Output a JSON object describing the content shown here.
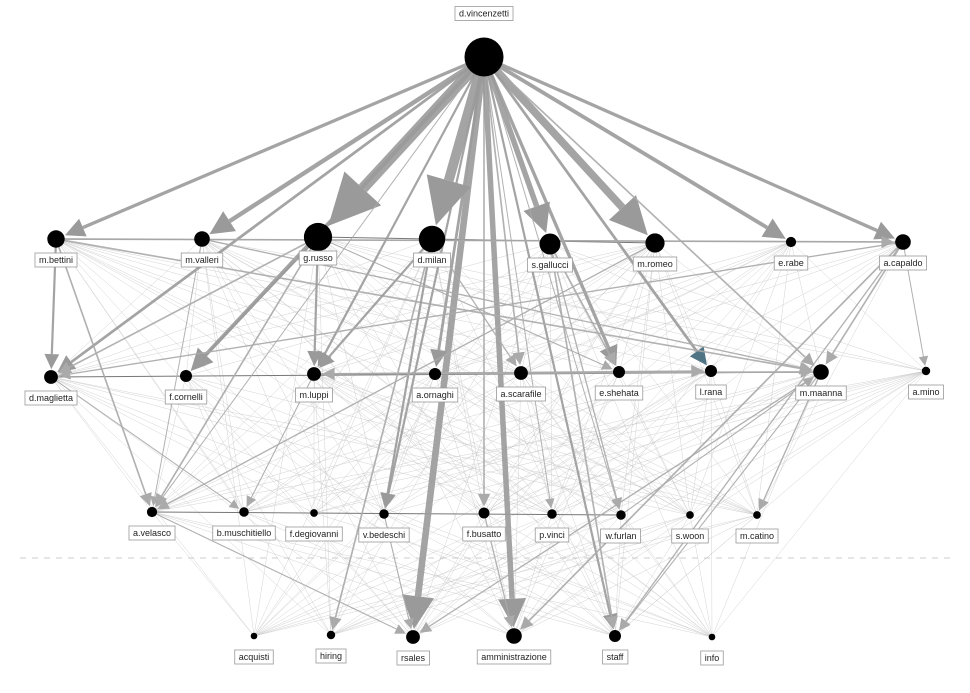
{
  "diagram": {
    "colors": {
      "background": "#ffffff",
      "node_fill": "#000000",
      "edge_light": "#c8c8c8",
      "edge_heavy": "#9a9a9a",
      "edge_accent": "#4f7584",
      "separator": "#cccccc"
    },
    "nodes": [
      {
        "id": "vincenzetti",
        "label": "d.vincenzetti",
        "weight": 10
      },
      {
        "id": "bettini",
        "label": "m.bettini",
        "weight": 4
      },
      {
        "id": "valleri",
        "label": "m.valleri",
        "weight": 3.5
      },
      {
        "id": "russo",
        "label": "g.russo",
        "weight": 7
      },
      {
        "id": "milan",
        "label": "d.milan",
        "weight": 6.5
      },
      {
        "id": "gallucci",
        "label": "s.gallucci",
        "weight": 5
      },
      {
        "id": "romeo",
        "label": "m.romeo",
        "weight": 4.5
      },
      {
        "id": "rabe",
        "label": "e.rabe",
        "weight": 2
      },
      {
        "id": "capaldo",
        "label": "a.capaldo",
        "weight": 3.5
      },
      {
        "id": "maglietta",
        "label": "d.maglietta",
        "weight": 3
      },
      {
        "id": "cornelli",
        "label": "f.cornelli",
        "weight": 2.5
      },
      {
        "id": "luppi",
        "label": "m.luppi",
        "weight": 3
      },
      {
        "id": "ornaghi",
        "label": "a.ornaghi",
        "weight": 2.5
      },
      {
        "id": "scarafile",
        "label": "a.scarafile",
        "weight": 3
      },
      {
        "id": "shehata",
        "label": "e.shehata",
        "weight": 2.5
      },
      {
        "id": "rana",
        "label": "l.rana",
        "weight": 2.5
      },
      {
        "id": "maanna",
        "label": "m.maanna",
        "weight": 3.5
      },
      {
        "id": "mino",
        "label": "a.mino",
        "weight": 1.5
      },
      {
        "id": "velasco",
        "label": "a.velasco",
        "weight": 2
      },
      {
        "id": "muschitiello",
        "label": "b.muschitiello",
        "weight": 1.8
      },
      {
        "id": "degiovanni",
        "label": "f.degiovanni",
        "weight": 1.3
      },
      {
        "id": "bedeschi",
        "label": "v.bedeschi",
        "weight": 1.8
      },
      {
        "id": "busatto",
        "label": "f.busatto",
        "weight": 2.2
      },
      {
        "id": "vinci",
        "label": "p.vinci",
        "weight": 1.8
      },
      {
        "id": "furlan",
        "label": "w.furlan",
        "weight": 1.8
      },
      {
        "id": "woon",
        "label": "s.woon",
        "weight": 1.3
      },
      {
        "id": "catino",
        "label": "m.catino",
        "weight": 1.3
      },
      {
        "id": "acquisti",
        "label": "acquisti",
        "weight": 1
      },
      {
        "id": "hiring",
        "label": "hiring",
        "weight": 1.5
      },
      {
        "id": "rsales",
        "label": "rsales",
        "weight": 3
      },
      {
        "id": "amministrazione",
        "label": "amministrazione",
        "weight": 3.5
      },
      {
        "id": "staff",
        "label": "staff",
        "weight": 2.5
      },
      {
        "id": "info",
        "label": "info",
        "weight": 1
      }
    ],
    "edges": [
      {
        "from": "vincenzetti",
        "to": "bettini",
        "weight": 3
      },
      {
        "from": "vincenzetti",
        "to": "valleri",
        "weight": 4
      },
      {
        "from": "vincenzetti",
        "to": "russo",
        "weight": 10
      },
      {
        "from": "vincenzetti",
        "to": "milan",
        "weight": 9
      },
      {
        "from": "vincenzetti",
        "to": "gallucci",
        "weight": 5
      },
      {
        "from": "vincenzetti",
        "to": "romeo",
        "weight": 7
      },
      {
        "from": "vincenzetti",
        "to": "rabe",
        "weight": 3.5
      },
      {
        "from": "vincenzetti",
        "to": "capaldo",
        "weight": 3
      },
      {
        "from": "vincenzetti",
        "to": "maglietta",
        "weight": 2.5
      },
      {
        "from": "vincenzetti",
        "to": "cornelli",
        "weight": 3.5
      },
      {
        "from": "vincenzetti",
        "to": "luppi",
        "weight": 2
      },
      {
        "from": "vincenzetti",
        "to": "ornaghi",
        "weight": 2.5
      },
      {
        "from": "vincenzetti",
        "to": "scarafile",
        "weight": 1.5
      },
      {
        "from": "vincenzetti",
        "to": "shehata",
        "weight": 3
      },
      {
        "from": "vincenzetti",
        "to": "rana",
        "weight": 2.5
      },
      {
        "from": "vincenzetti",
        "to": "maanna",
        "weight": 1.5
      },
      {
        "from": "vincenzetti",
        "to": "velasco",
        "weight": 0.8
      },
      {
        "from": "vincenzetti",
        "to": "bedeschi",
        "weight": 2
      },
      {
        "from": "vincenzetti",
        "to": "busatto",
        "weight": 1.5
      },
      {
        "from": "vincenzetti",
        "to": "rsales",
        "weight": 6
      },
      {
        "from": "vincenzetti",
        "to": "amministrazione",
        "weight": 5
      },
      {
        "from": "vincenzetti",
        "to": "staff",
        "weight": 2
      },
      {
        "from": "vincenzetti",
        "to": "vinci",
        "weight": 0.8
      },
      {
        "from": "vincenzetti",
        "to": "furlan",
        "weight": 0.8
      },
      {
        "from": "bettini",
        "to": "maglietta",
        "weight": 2
      },
      {
        "from": "bettini",
        "to": "velasco",
        "weight": 1.5
      },
      {
        "from": "bettini",
        "to": "capaldo",
        "weight": 1.5
      },
      {
        "from": "bettini",
        "to": "maanna",
        "weight": 1.5
      },
      {
        "from": "russo",
        "to": "cornelli",
        "weight": 2
      },
      {
        "from": "russo",
        "to": "luppi",
        "weight": 2
      },
      {
        "from": "russo",
        "to": "maglietta",
        "weight": 1.5
      },
      {
        "from": "russo",
        "to": "velasco",
        "weight": 1.5
      },
      {
        "from": "russo",
        "to": "shehata",
        "weight": 1
      },
      {
        "from": "milan",
        "to": "luppi",
        "weight": 2
      },
      {
        "from": "milan",
        "to": "bedeschi",
        "weight": 2
      },
      {
        "from": "milan",
        "to": "hiring",
        "weight": 1.5
      },
      {
        "from": "milan",
        "to": "scarafile",
        "weight": 1.2
      },
      {
        "from": "gallucci",
        "to": "shehata",
        "weight": 1.5
      },
      {
        "from": "gallucci",
        "to": "staff",
        "weight": 1.5
      },
      {
        "from": "gallucci",
        "to": "furlan",
        "weight": 1.2
      },
      {
        "from": "romeo",
        "to": "velasco",
        "weight": 1.2
      },
      {
        "from": "capaldo",
        "to": "maanna",
        "weight": 1.5
      },
      {
        "from": "capaldo",
        "to": "amministrazione",
        "weight": 1.5
      },
      {
        "from": "capaldo",
        "to": "staff",
        "weight": 1.2
      },
      {
        "from": "capaldo",
        "to": "maglietta",
        "weight": 1.2
      },
      {
        "from": "capaldo",
        "to": "mino",
        "weight": 0.8
      },
      {
        "from": "maanna",
        "to": "catino",
        "weight": 1.2
      },
      {
        "from": "maanna",
        "to": "luppi",
        "weight": 1.5
      },
      {
        "from": "maanna",
        "to": "rsales",
        "weight": 1.2
      },
      {
        "from": "maanna",
        "to": "staff",
        "weight": 1
      },
      {
        "from": "luppi",
        "to": "rana",
        "weight": 1.5
      },
      {
        "from": "luppi",
        "to": "muschitiello",
        "weight": 1
      },
      {
        "from": "luppi",
        "to": "maanna",
        "weight": 1.2
      },
      {
        "from": "shehata",
        "to": "maanna",
        "weight": 1.2
      },
      {
        "from": "scarafile",
        "to": "rana",
        "weight": 1.2
      },
      {
        "from": "maglietta",
        "to": "muschitiello",
        "weight": 0.8
      },
      {
        "from": "velasco",
        "to": "rsales",
        "weight": 1
      },
      {
        "from": "furlan",
        "to": "maanna",
        "weight": 1
      },
      {
        "from": "busatto",
        "to": "amministrazione",
        "weight": 1.2
      },
      {
        "from": "valleri",
        "to": "maanna",
        "weight": 1.2
      },
      {
        "from": "valleri",
        "to": "velasco",
        "weight": 0.8
      },
      {
        "from": "bedeschi",
        "to": "rsales",
        "weight": 1
      }
    ]
  }
}
